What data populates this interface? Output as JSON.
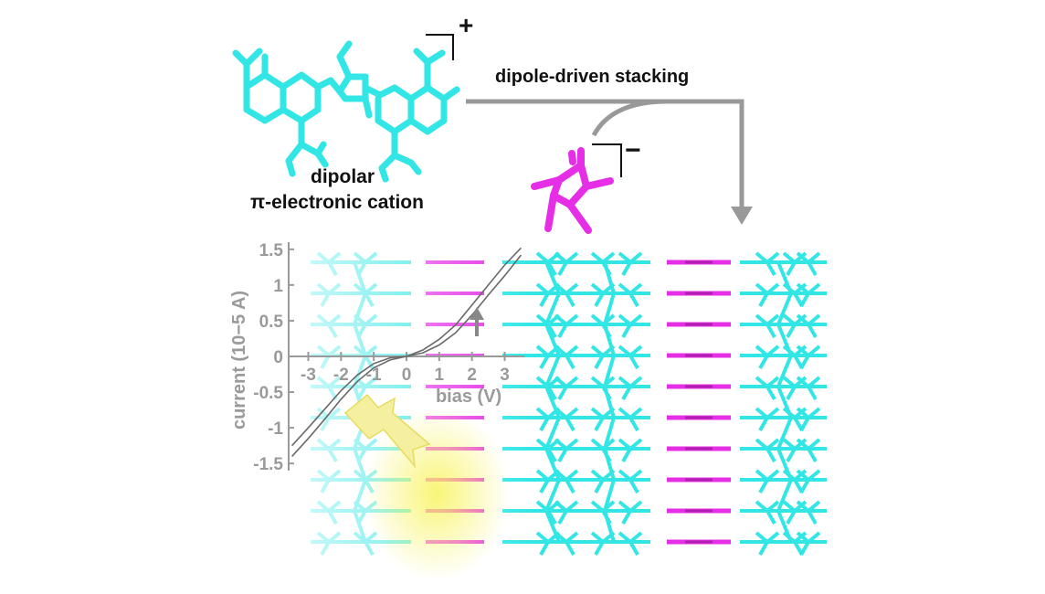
{
  "labels": {
    "cation_line1": "dipolar",
    "cation_line2": "π-electronic cation",
    "process": "dipole-driven stacking",
    "cation_charge": "+",
    "anion_charge": "−"
  },
  "chart_data": {
    "type": "line",
    "xlabel": "bias (V)",
    "ylabel": "current (10−5 A)",
    "xlim": [
      -3.6,
      3.6
    ],
    "ylim": [
      -1.6,
      1.6
    ],
    "x_ticks": [
      "-3",
      "-2",
      "-1",
      "0",
      "1",
      "2",
      "3"
    ],
    "y_ticks": [
      "1.5",
      "1",
      "0.5",
      "0",
      "-0.5",
      "-1",
      "-1.5"
    ],
    "series": [
      {
        "x": [
          -3.5,
          -3.0,
          -2.5,
          -2.0,
          -1.5,
          -1.0,
          -0.5,
          0.0,
          0.5,
          1.0,
          1.5,
          2.0,
          2.5,
          3.0,
          3.5
        ],
        "y": [
          -1.4,
          -1.15,
          -0.88,
          -0.6,
          -0.35,
          -0.16,
          -0.05,
          0.0,
          0.05,
          0.16,
          0.33,
          0.58,
          0.86,
          1.13,
          1.42
        ]
      },
      {
        "x": [
          -3.5,
          -3.0,
          -2.5,
          -2.0,
          -1.5,
          -1.0,
          -0.5,
          0.0,
          0.5,
          1.0,
          1.5,
          2.0,
          2.5,
          3.0,
          3.5
        ],
        "y": [
          -1.25,
          -1.0,
          -0.74,
          -0.48,
          -0.26,
          -0.1,
          -0.02,
          0.0,
          0.09,
          0.24,
          0.44,
          0.72,
          1.0,
          1.28,
          1.52
        ]
      }
    ]
  },
  "colors": {
    "cation": "#33e6e6",
    "anion": "#e62ee6",
    "arrow": "#999999",
    "axis": "#9a9a9a",
    "lightning": "#f5f0a0",
    "glow": "#f7f24a"
  }
}
